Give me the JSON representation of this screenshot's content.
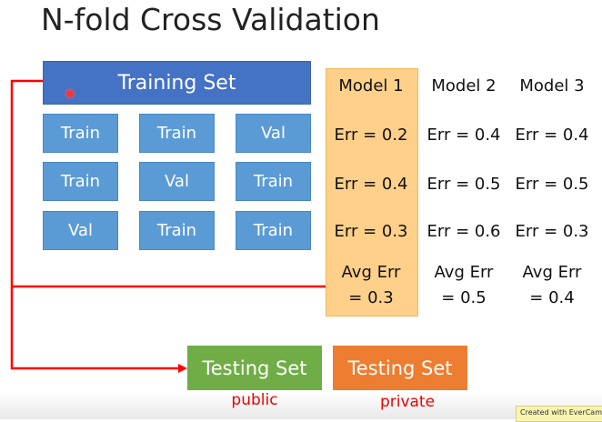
{
  "title": "N-fold Cross Validation",
  "training_set": "Training Set",
  "folds": [
    [
      "Train",
      "Train",
      "Val"
    ],
    [
      "Train",
      "Val",
      "Train"
    ],
    [
      "Val",
      "Train",
      "Train"
    ]
  ],
  "models": [
    {
      "name": "Model 1",
      "errs": [
        "Err = 0.2",
        "Err = 0.4",
        "Err = 0.3"
      ],
      "avg1": "Avg Err",
      "avg2": "= 0.3"
    },
    {
      "name": "Model 2",
      "errs": [
        "Err = 0.4",
        "Err = 0.5",
        "Err = 0.6"
      ],
      "avg1": "Avg Err",
      "avg2": "= 0.5"
    },
    {
      "name": "Model 3",
      "errs": [
        "Err = 0.4",
        "Err = 0.5",
        "Err = 0.3"
      ],
      "avg1": "Avg Err",
      "avg2": "= 0.4"
    }
  ],
  "testing": [
    {
      "label": "Testing Set",
      "caption": "public",
      "color": "#70ad47"
    },
    {
      "label": "Testing Set",
      "caption": "private",
      "color": "#ed7d31"
    }
  ],
  "watermark": "Created with EverCam",
  "colors": {
    "arrow": "#ff0000",
    "highlight": "#ffd08a"
  }
}
